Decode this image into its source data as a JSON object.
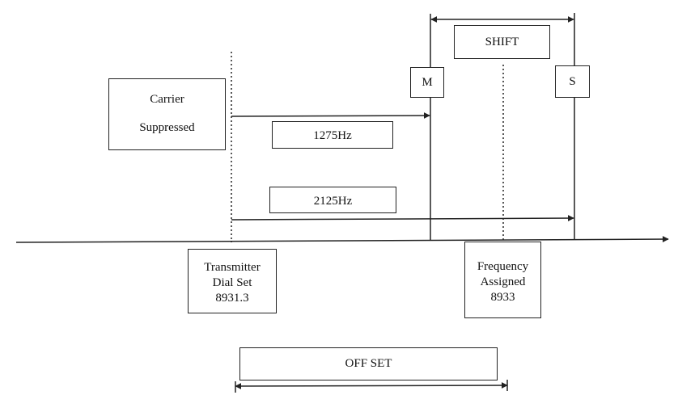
{
  "diagram": {
    "carrier": {
      "line1": "Carrier",
      "line2": "Suppressed"
    },
    "offset_1275": "1275Hz",
    "offset_2125": "2125Hz",
    "shift": "SHIFT",
    "mark": "M",
    "space": "S",
    "transmitter": {
      "line1": "Transmitter",
      "line2": "Dial Set",
      "line3": "8931.3"
    },
    "frequency": {
      "line1": "Frequency",
      "line2": "Assigned",
      "line3": "8933"
    },
    "offset_label": "OFF SET"
  },
  "colors": {
    "line": "#222222",
    "background": "#ffffff",
    "text": "#111111"
  }
}
